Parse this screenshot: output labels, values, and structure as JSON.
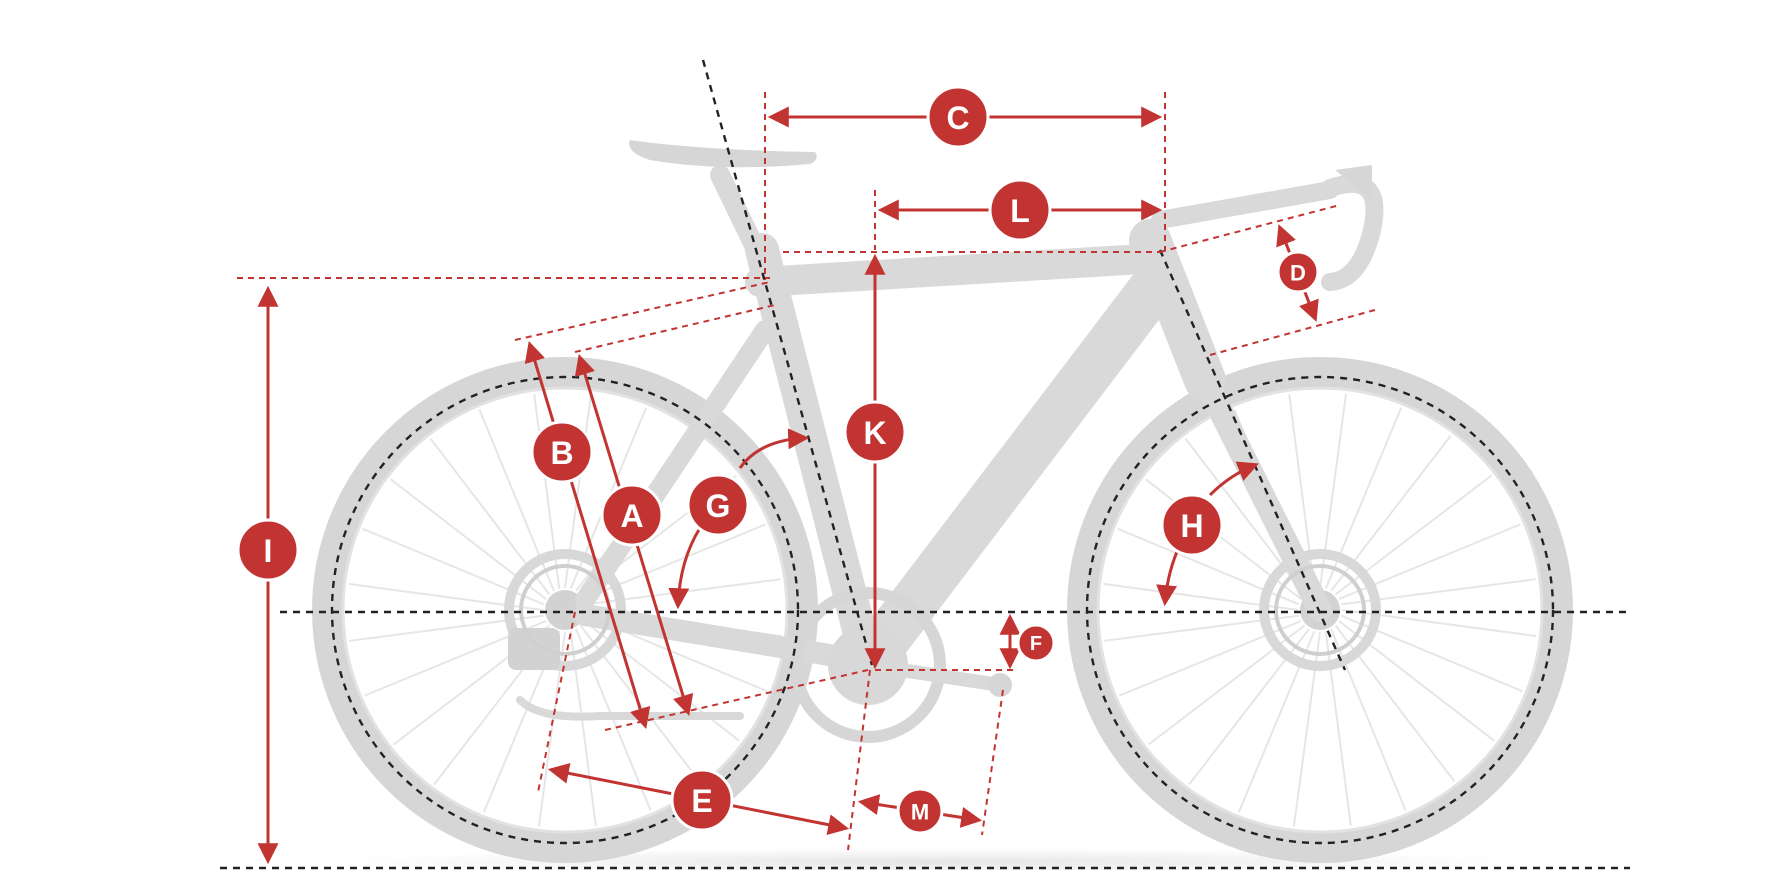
{
  "colors": {
    "accent": "#c23432",
    "bike": "#d9d9d9",
    "reference": "#222222",
    "background": "#ffffff"
  },
  "labels": {
    "A": "A",
    "B": "B",
    "C": "C",
    "D": "D",
    "E": "E",
    "F": "F",
    "G": "G",
    "H": "H",
    "I": "I",
    "K": "K",
    "L": "L",
    "M": "M"
  }
}
